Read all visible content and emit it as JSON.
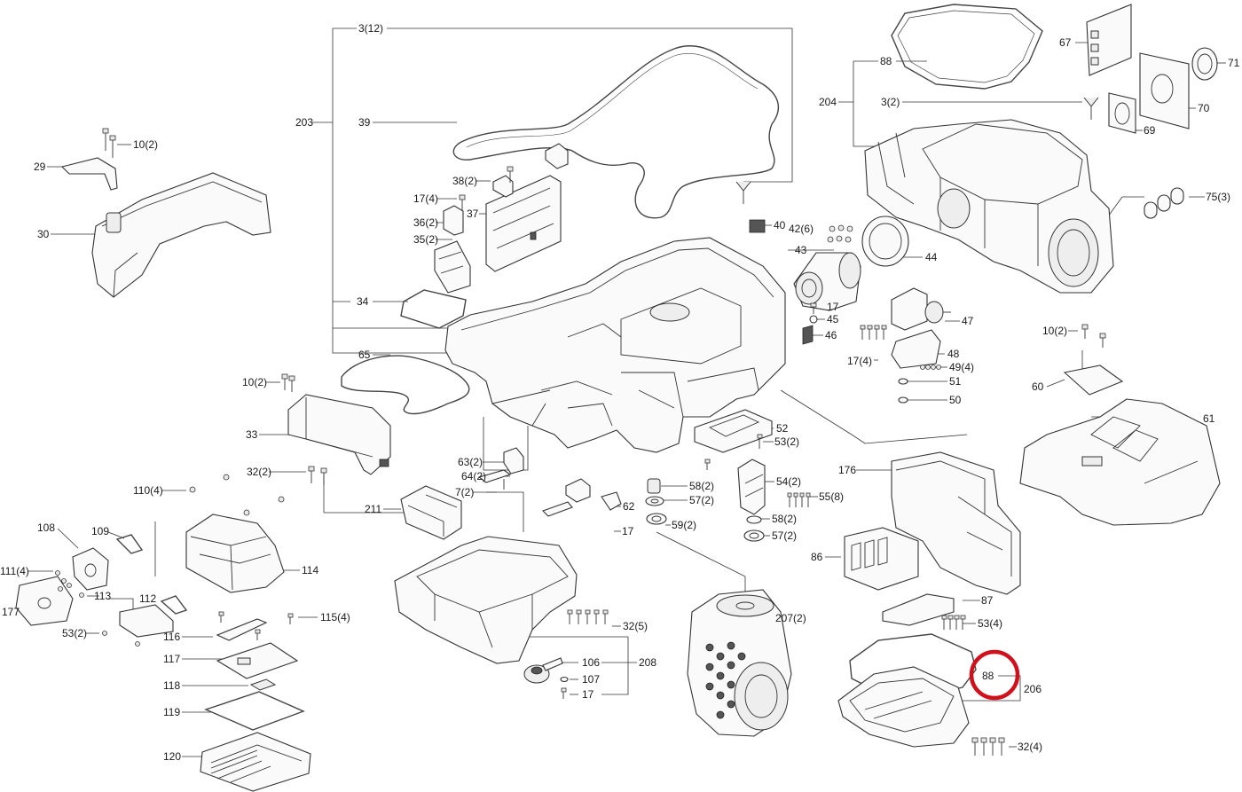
{
  "callouts": [
    {
      "id": "c-3-12",
      "text": "3(12)"
    },
    {
      "id": "c-203",
      "text": "203"
    },
    {
      "id": "c-39",
      "text": "39"
    },
    {
      "id": "c-10-2-a",
      "text": "10(2)"
    },
    {
      "id": "c-29",
      "text": "29"
    },
    {
      "id": "c-30",
      "text": "30"
    },
    {
      "id": "c-38-2",
      "text": "38(2)"
    },
    {
      "id": "c-17-4",
      "text": "17(4)"
    },
    {
      "id": "c-37",
      "text": "37"
    },
    {
      "id": "c-36-2",
      "text": "36(2)"
    },
    {
      "id": "c-35-2",
      "text": "35(2)"
    },
    {
      "id": "c-34",
      "text": "34"
    },
    {
      "id": "c-65",
      "text": "65"
    },
    {
      "id": "c-10-2-b",
      "text": "10(2)"
    },
    {
      "id": "c-33",
      "text": "33"
    },
    {
      "id": "c-32-2",
      "text": "32(2)"
    },
    {
      "id": "c-110-4",
      "text": "110(4)"
    },
    {
      "id": "c-63-2",
      "text": "63(2)"
    },
    {
      "id": "c-64-2",
      "text": "64(2)"
    },
    {
      "id": "c-7-2",
      "text": "7(2)"
    },
    {
      "id": "c-211",
      "text": "211"
    },
    {
      "id": "c-108",
      "text": "108"
    },
    {
      "id": "c-109",
      "text": "109"
    },
    {
      "id": "c-111-4",
      "text": "111(4)"
    },
    {
      "id": "c-113",
      "text": "113"
    },
    {
      "id": "c-177",
      "text": "177"
    },
    {
      "id": "c-112",
      "text": "112"
    },
    {
      "id": "c-114",
      "text": "114"
    },
    {
      "id": "c-53-2-a",
      "text": "53(2)"
    },
    {
      "id": "c-116",
      "text": "116"
    },
    {
      "id": "c-115-4",
      "text": "115(4)"
    },
    {
      "id": "c-117",
      "text": "117"
    },
    {
      "id": "c-118",
      "text": "118"
    },
    {
      "id": "c-119",
      "text": "119"
    },
    {
      "id": "c-120",
      "text": "120"
    },
    {
      "id": "c-32-5",
      "text": "32(5)"
    },
    {
      "id": "c-106",
      "text": "106"
    },
    {
      "id": "c-107",
      "text": "107"
    },
    {
      "id": "c-17-a",
      "text": "17"
    },
    {
      "id": "c-208",
      "text": "208"
    },
    {
      "id": "c-40",
      "text": "40"
    },
    {
      "id": "c-42-6",
      "text": "42(6)"
    },
    {
      "id": "c-43",
      "text": "43"
    },
    {
      "id": "c-44",
      "text": "44"
    },
    {
      "id": "c-17-b",
      "text": "17"
    },
    {
      "id": "c-45",
      "text": "45"
    },
    {
      "id": "c-46",
      "text": "46"
    },
    {
      "id": "c-47",
      "text": "47"
    },
    {
      "id": "c-17-4-b",
      "text": "17(4)"
    },
    {
      "id": "c-48",
      "text": "48"
    },
    {
      "id": "c-49-4",
      "text": "49(4)"
    },
    {
      "id": "c-51",
      "text": "51"
    },
    {
      "id": "c-50",
      "text": "50"
    },
    {
      "id": "c-52",
      "text": "52"
    },
    {
      "id": "c-53-2-b",
      "text": "53(2)"
    },
    {
      "id": "c-58-2-a",
      "text": "58(2)"
    },
    {
      "id": "c-57-2-a",
      "text": "57(2)"
    },
    {
      "id": "c-62",
      "text": "62"
    },
    {
      "id": "c-17-c",
      "text": "17"
    },
    {
      "id": "c-59-2",
      "text": "59(2)"
    },
    {
      "id": "c-54-2",
      "text": "54(2)"
    },
    {
      "id": "c-55-8",
      "text": "55(8)"
    },
    {
      "id": "c-58-2-b",
      "text": "58(2)"
    },
    {
      "id": "c-57-2-b",
      "text": "57(2)"
    },
    {
      "id": "c-207-2",
      "text": "207(2)"
    },
    {
      "id": "c-88-a",
      "text": "88"
    },
    {
      "id": "c-204",
      "text": "204"
    },
    {
      "id": "c-3-2",
      "text": "3(2)"
    },
    {
      "id": "c-67",
      "text": "67"
    },
    {
      "id": "c-71",
      "text": "71"
    },
    {
      "id": "c-70",
      "text": "70"
    },
    {
      "id": "c-69",
      "text": "69"
    },
    {
      "id": "c-75-3",
      "text": "75(3)"
    },
    {
      "id": "c-10-2-c",
      "text": "10(2)"
    },
    {
      "id": "c-60",
      "text": "60"
    },
    {
      "id": "c-61",
      "text": "61"
    },
    {
      "id": "c-176",
      "text": "176"
    },
    {
      "id": "c-86",
      "text": "86"
    },
    {
      "id": "c-87",
      "text": "87"
    },
    {
      "id": "c-53-4",
      "text": "53(4)"
    },
    {
      "id": "c-88-b",
      "text": "88"
    },
    {
      "id": "c-206",
      "text": "206"
    },
    {
      "id": "c-32-4",
      "text": "32(4)"
    }
  ],
  "highlight": {
    "target": "88",
    "color": "#d0101a"
  }
}
